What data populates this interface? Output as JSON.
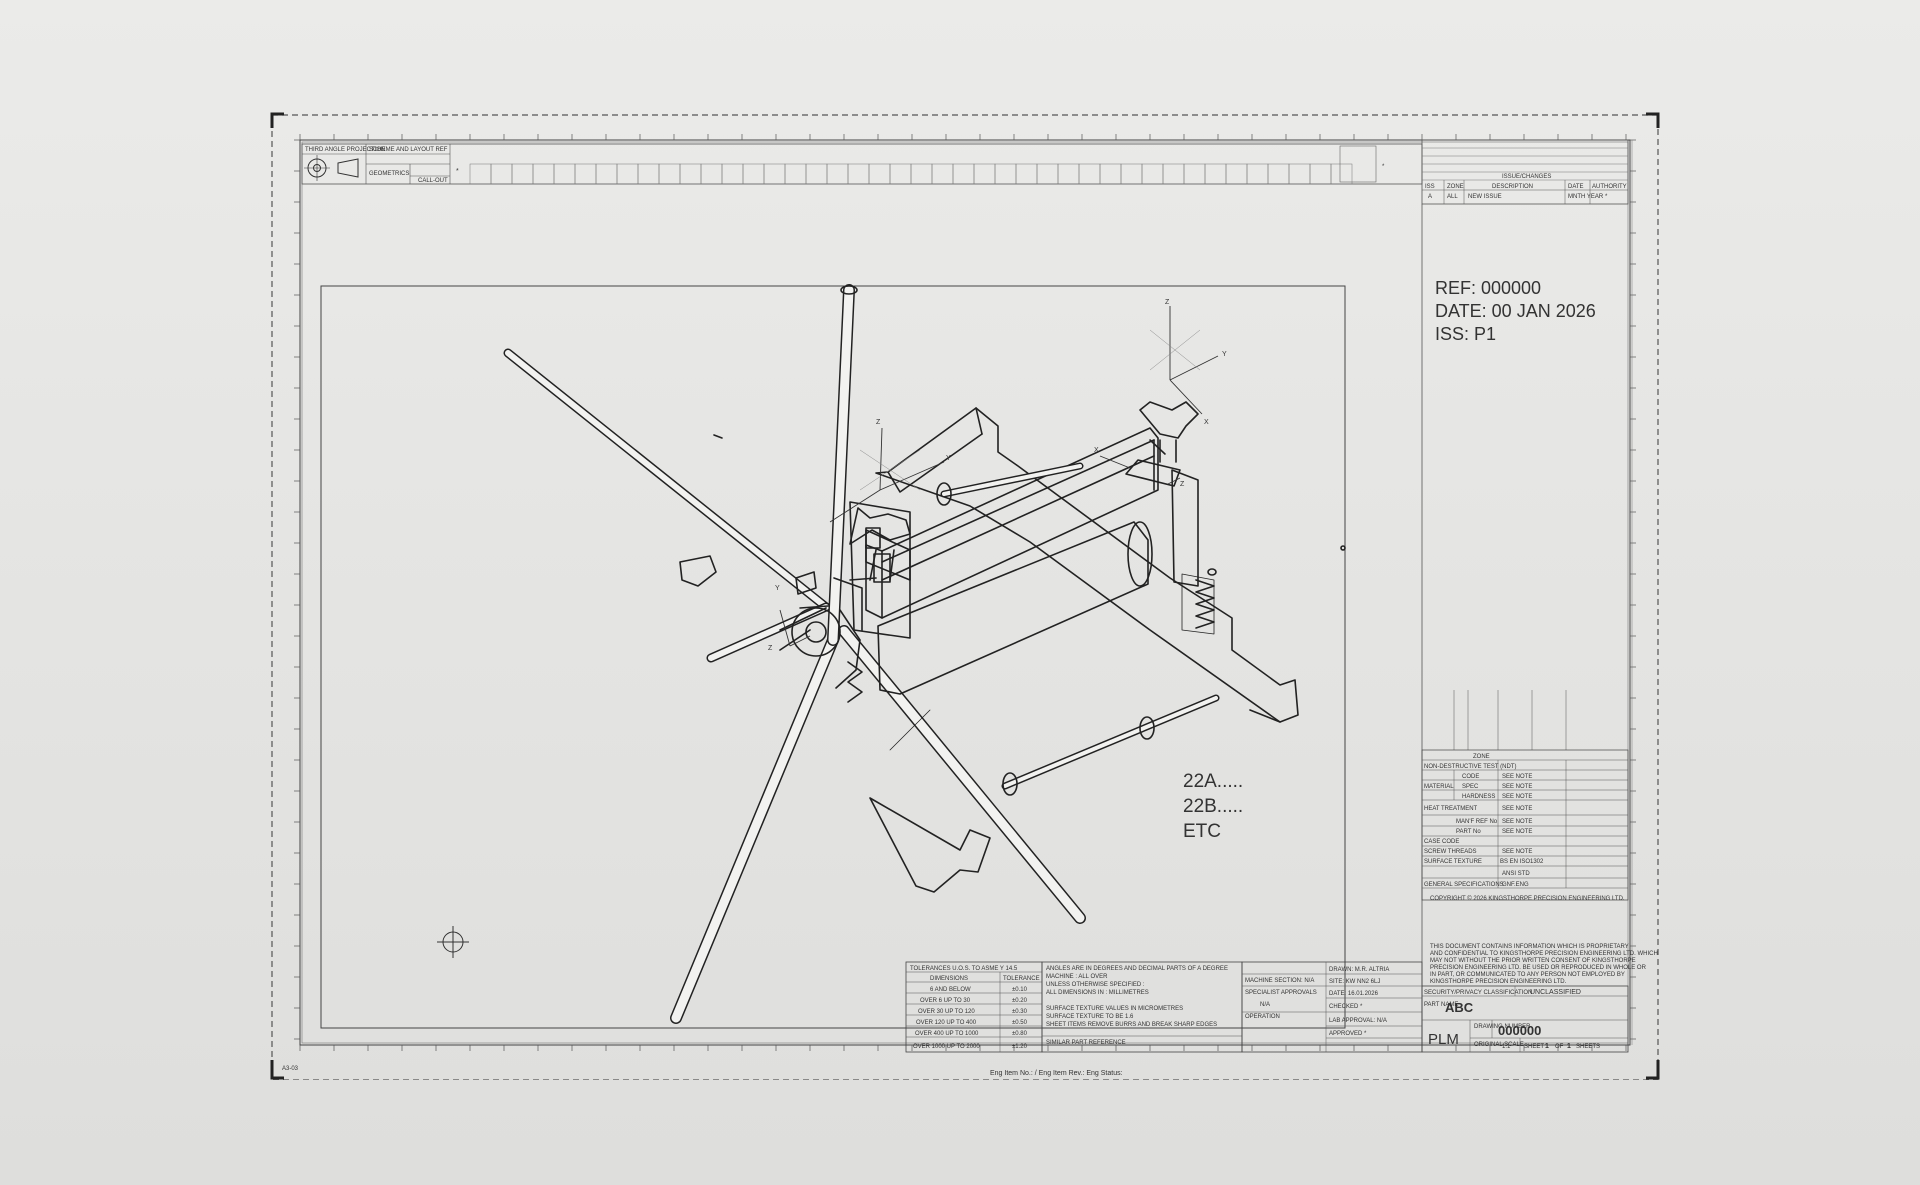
{
  "top_bar": {
    "first_angle_label": "THIRD ANGLE PROJECTION",
    "scheme_label": "SCHEME AND LAYOUT REF",
    "geometrics_label": "GEOMETRICS",
    "callout_label": "CALL-OUT",
    "star": "*"
  },
  "ref_block": {
    "ref": "REF: 000000",
    "date": "DATE: 00 JAN 2026",
    "iss": "ISS: P1"
  },
  "issue_table": {
    "title": "ISSUE/CHANGES",
    "headers": [
      "ISS",
      "ZONE",
      "DESCRIPTION",
      "DATE",
      "AUTHORITY"
    ],
    "row": [
      "A",
      "ALL",
      "NEW ISSUE",
      "MNTH YEAR",
      "*"
    ]
  },
  "annotation": {
    "line1": "22A.....",
    "line2": "22B.....",
    "line3": "ETC"
  },
  "axes": {
    "x": "X",
    "y": "Y",
    "z": "Z"
  },
  "tolerance_table": {
    "title": "TOLERANCES U.O.S. TO ASME Y 14.5",
    "headers": [
      "DIMENSIONS",
      "TOLERANCE"
    ],
    "rows": [
      [
        "6 AND BELOW",
        "±0.10"
      ],
      [
        "OVER 6 UP TO 30",
        "±0.20"
      ],
      [
        "OVER 30 UP TO 120",
        "±0.30"
      ],
      [
        "OVER 120 UP TO 400",
        "±0.50"
      ],
      [
        "OVER 400 UP TO 1000",
        "±0.80"
      ],
      [
        "OVER 1000 UP TO 2000",
        "±1.20"
      ]
    ]
  },
  "notes": [
    "ANGLES ARE IN DEGREES AND DECIMAL PARTS OF A DEGREE",
    "MACHINE : ALL OVER",
    "UNLESS OTHERWISE SPECIFIED :",
    "ALL DIMENSIONS IN : MILLIMETRES",
    "SURFACE TEXTURE VALUES IN MICROMETRES",
    "SURFACE TEXTURE TO BE 1.6",
    "SHEET ITEMS REMOVE BURRS AND BREAK SHARP EDGES",
    "SIMILAR PART REFERENCE"
  ],
  "approvals": {
    "machine_section": "MACHINE SECTION: N/A",
    "specialist": "SPECIALIST APPROVALS",
    "na": "N/A",
    "operation": "OPERATION",
    "drawn": "DRAWN: M.R. ALTRIA",
    "site": "SITE: KW NN2 6LJ",
    "date": "DATE: 16.01.2026",
    "checked": "CHECKED *",
    "lab": "LAB APPROVAL: N/A",
    "approved": "APPROVED *"
  },
  "material_table": {
    "zone": "ZONE",
    "ndt": "NON-DESTRUCTIVE TEST (NDT)",
    "material": "MATERIAL",
    "code": "CODE",
    "spec": "SPEC",
    "hardness": "HARDNESS",
    "heat": "HEAT TREATMENT",
    "mnfr": "MAN'F REF No",
    "partno": "PART No",
    "case": "CASE CODE",
    "screw": "SCREW THREADS",
    "surface": "SURFACE TEXTURE",
    "general": "GENERAL SPECIFICATIONS",
    "see_note": "SEE NOTE",
    "bs": "BS EN ISO1302",
    "ansi": "ANSI STD",
    "gnf": "GNF.ENG"
  },
  "copyright": "COPYRIGHT © 2026 KINGSTHORPE PRECISION ENGINEERING LTD.",
  "disclaimer": [
    "THIS DOCUMENT CONTAINS INFORMATION WHICH IS PROPRIETARY",
    "AND CONFIDENTIAL TO KINGSTHORPE PRECISION ENGINEERING LTD. WHICH",
    "MAY NOT WITHOUT THE PRIOR WRITTEN CONSENT OF KINGSTHORPE",
    "PRECISION ENGINEERING LTD. BE USED OR REPRODUCED IN WHOLE OR",
    "IN PART, OR COMMUNICATED TO ANY PERSON NOT EMPLOYED BY",
    "KINGSTHORPE PRECISION ENGINEERING LTD."
  ],
  "title_block": {
    "security_label": "SECURITY/PRIVACY CLASSIFICATION",
    "security_value": "UNCLASSIFIED",
    "part_label": "PART NAME",
    "part_name": "ABC",
    "brand": "PLM",
    "drawing_label": "DRAWING NUMBER",
    "drawing_number": "000000",
    "scale_label": "ORIGINAL SCALE",
    "scale": "1:1",
    "sheet_label": "SHEET",
    "sheet_no": "1",
    "of_label": "OF",
    "sheets_total": "1",
    "sheets_label": "SHEETS"
  },
  "footer": "Eng Item No.:  /  Eng Item Rev.:   Eng Status:",
  "corner_code": "A3-03"
}
